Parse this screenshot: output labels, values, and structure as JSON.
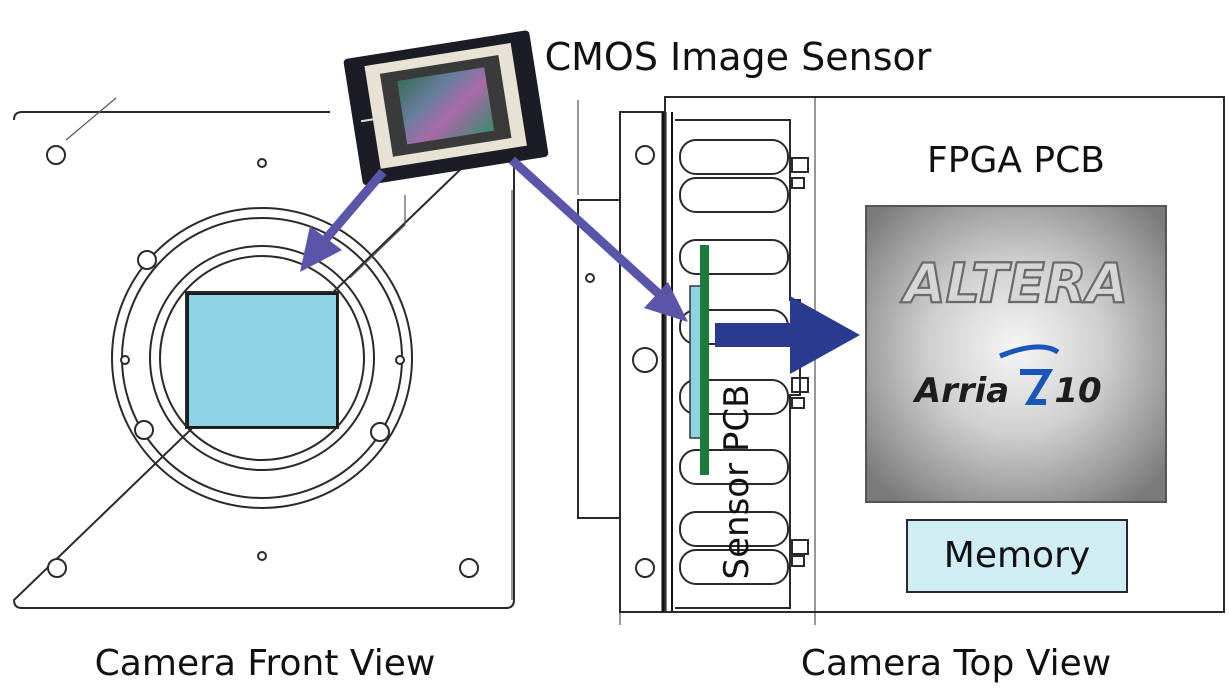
{
  "labels": {
    "cmos_sensor": "CMOS Image Sensor",
    "fpga_pcb": "FPGA PCB",
    "memory": "Memory",
    "sensor_pcb": "Sensor PCB",
    "front_view": "Camera Front View",
    "top_view": "Camera Top View"
  },
  "chip": {
    "brand": "ALTERA",
    "product": "Arria",
    "generation": "10"
  },
  "colors": {
    "arrow": "#5a55a8",
    "bold_arrow": "#2a3a8e",
    "sensor_fill": "#8dd3e3",
    "pcb_green": "#1c7a3c",
    "memory_fill": "#cfedf2"
  }
}
